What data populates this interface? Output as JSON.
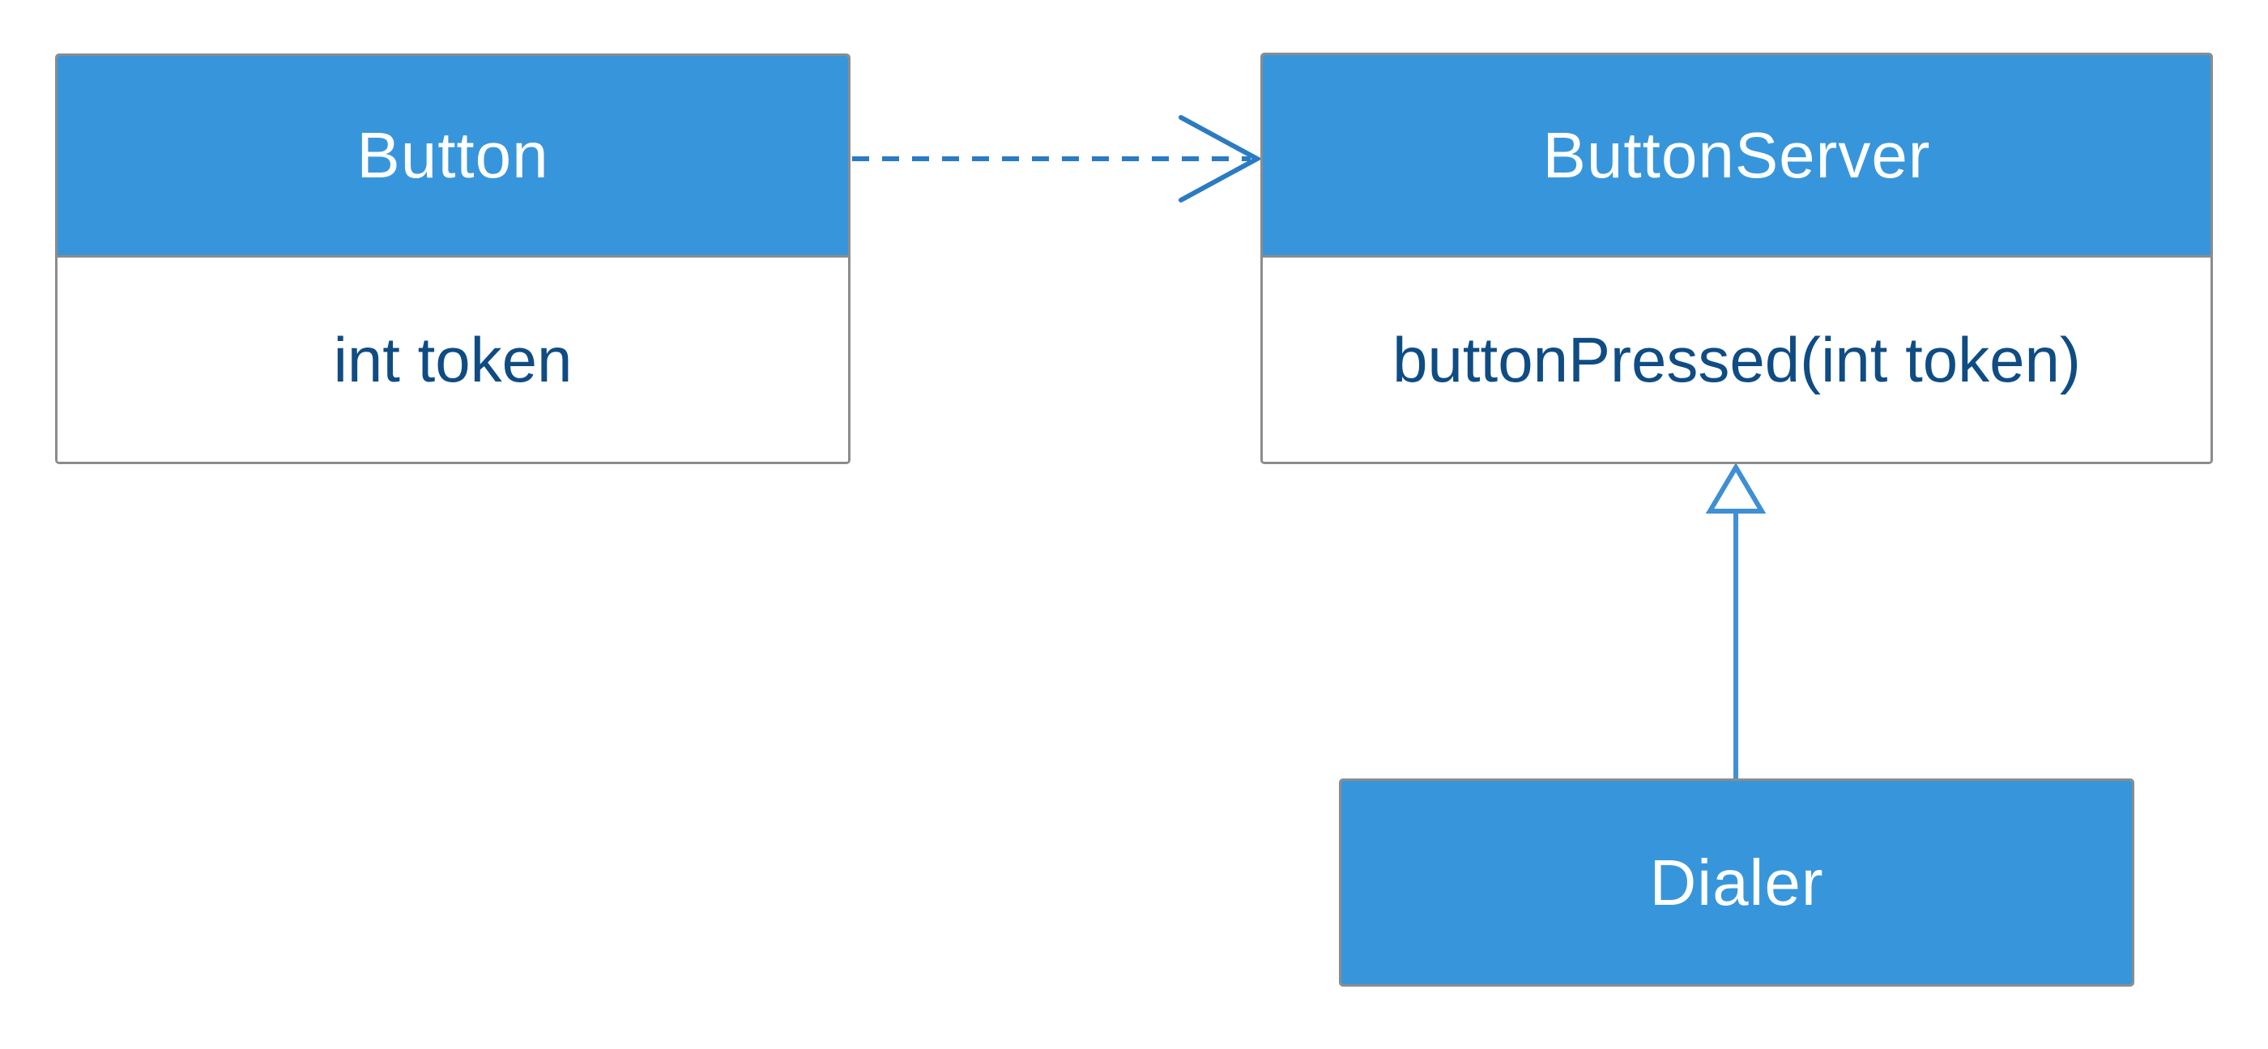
{
  "diagram": {
    "type": "uml-class-diagram",
    "classes": [
      {
        "id": "button",
        "name": "Button",
        "members": [
          "int token"
        ]
      },
      {
        "id": "buttonServer",
        "name": "ButtonServer",
        "members": [
          "buttonPressed(int token)"
        ]
      },
      {
        "id": "dialer",
        "name": "Dialer",
        "members": []
      }
    ],
    "relationships": [
      {
        "from": "Button",
        "to": "ButtonServer",
        "type": "dependency",
        "line_style": "dashed",
        "arrowhead": "open-v"
      },
      {
        "from": "Dialer",
        "to": "ButtonServer",
        "type": "realization",
        "line_style": "solid",
        "arrowhead": "hollow-triangle"
      }
    ],
    "colors": {
      "class_fill": "#3796DB",
      "header_text": "#FFFFFF",
      "member_text": "#0F4C84",
      "box_border": "#8C8C8C",
      "dependency_connector": "#2B7BC3",
      "realization_connector": "#4191D6",
      "background": "#FFFFFF"
    }
  }
}
